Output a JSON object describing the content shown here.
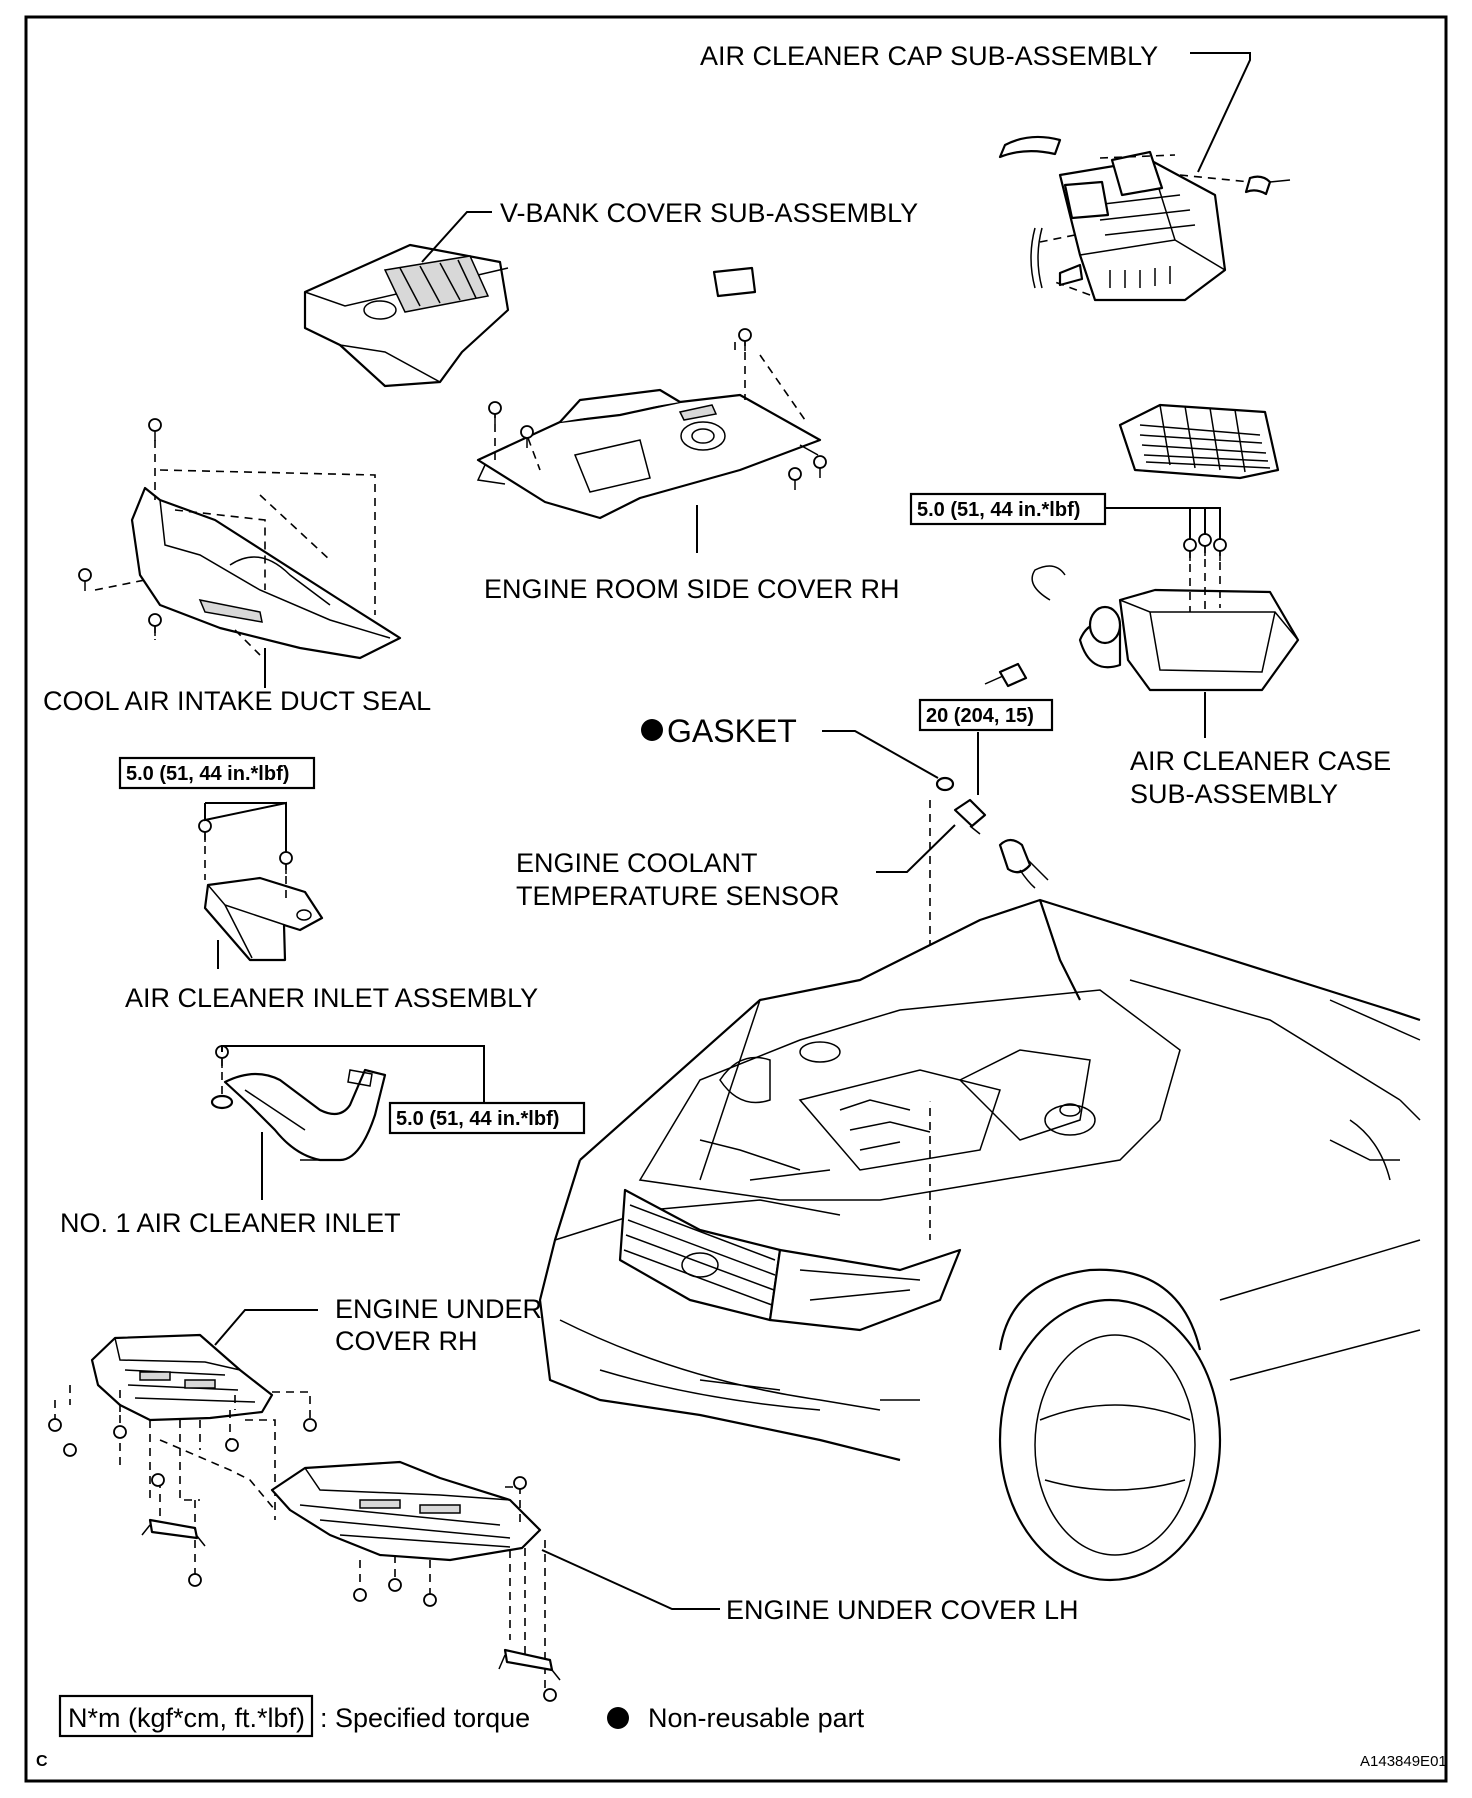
{
  "labels": {
    "air_cleaner_cap": "AIR CLEANER CAP SUB-ASSEMBLY",
    "v_bank_cover": "V-BANK COVER SUB-ASSEMBLY",
    "engine_room_side_cover": "ENGINE ROOM SIDE COVER RH",
    "cool_air_intake_duct_seal": "COOL AIR INTAKE DUCT SEAL",
    "gasket": "GASKET",
    "air_cleaner_case_line1": "AIR CLEANER CASE",
    "air_cleaner_case_line2": "SUB-ASSEMBLY",
    "coolant_sensor_line1": "ENGINE COOLANT",
    "coolant_sensor_line2": "TEMPERATURE SENSOR",
    "air_cleaner_inlet_assembly": "AIR CLEANER INLET ASSEMBLY",
    "no1_air_cleaner_inlet": "NO. 1 AIR CLEANER INLET",
    "engine_under_cover_rh_line1": "ENGINE UNDER",
    "engine_under_cover_rh_line2": "COVER RH",
    "engine_under_cover_lh": "ENGINE UNDER COVER LH"
  },
  "torques": {
    "air_cleaner_case": "5.0 (51, 44 in.*lbf)",
    "coolant_sensor": "20 (204, 15)",
    "air_cleaner_inlet_assembly": "5.0 (51, 44 in.*lbf)",
    "no1_air_cleaner_inlet": "5.0 (51, 44 in.*lbf)"
  },
  "legend": {
    "torque_unit": "N*m (kgf*cm, ft.*lbf)",
    "torque_desc": ": Specified torque",
    "nonreusable_desc": "Non-reusable part"
  },
  "footer": {
    "corner_letter": "C",
    "figure_id": "A143849E01"
  },
  "icons": {
    "nonreusable_marker": "filled-circle-icon",
    "bolt": "bolt-icon"
  }
}
